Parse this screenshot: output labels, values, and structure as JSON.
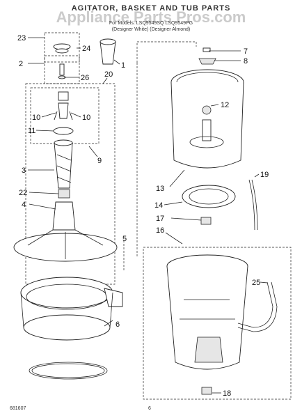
{
  "header": {
    "title": "AGITATOR, BASKET AND TUB PARTS",
    "watermark": "Appliance Parts Pros.com",
    "model_line": "For Models: LSQ9549SQ  LSQ9549PG",
    "color_line": "(Designer White) (Designer Almond)"
  },
  "footer": {
    "doc_number": "681607",
    "page_number": "6"
  },
  "callouts": {
    "c1": "1",
    "c2": "2",
    "c3": "3",
    "c4": "4",
    "c5": "5",
    "c6": "6",
    "c7": "7",
    "c8": "8",
    "c9": "9",
    "c10a": "10",
    "c10b": "10",
    "c11": "11",
    "c12": "12",
    "c13": "13",
    "c14": "14",
    "c16": "16",
    "c17": "17",
    "c18": "18",
    "c19": "19",
    "c20": "20",
    "c22": "22",
    "c23": "23",
    "c24": "24",
    "c25": "25",
    "c26": "26"
  }
}
